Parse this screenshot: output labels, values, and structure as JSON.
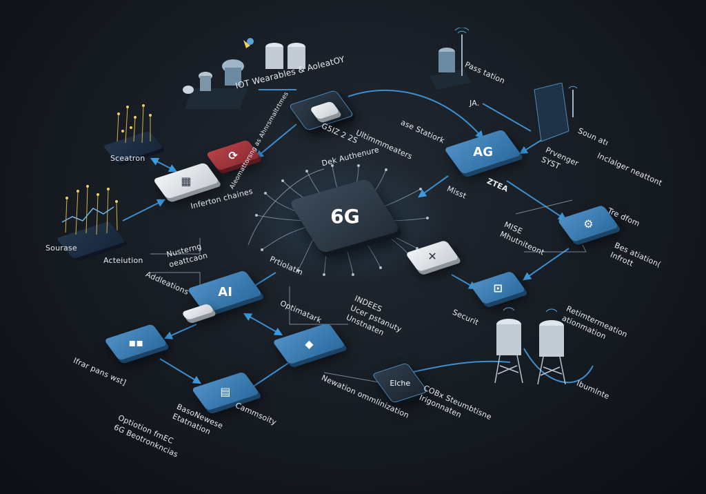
{
  "chip": {
    "label": "6G"
  },
  "tiles": {
    "ag": "AG",
    "ai": "AI",
    "elche": "Elche"
  },
  "labels": {
    "iot_wearables": "IOT Wearables & AoleatOY",
    "gsiz": "G5IZ 2 2S",
    "ultim": "Ultimmmeaters",
    "base_station": "ase Statiork",
    "dek_authenure": "Dek Authenure",
    "sensation": "Sceatron",
    "inferton": "Inferton chaines",
    "alchemic": "Aleomattorsng as Ahnrsmaltrtmes",
    "source": "Sourase",
    "acteiution": "Acteiution",
    "netting": "Nusterng\noeattcaon",
    "addlcitions": "Addleations",
    "prtiolatin": "Prtiolatin",
    "optimatark": "Optimatark",
    "indees": "INDEES\nUcer pstanuty\nUnstnaten",
    "mise": "MISE\nMhutniteont",
    "misst": "Misst",
    "pass_station": "Pass tation",
    "ja": "JA.",
    "soun_al": "Soun atı",
    "prvenger": "Prvenger\nSYST",
    "inclalger": "Inclalger neattont",
    "the_dom": "Tre dfom",
    "bes_station": "Bes atiation(\nInfrott",
    "security": "Securit",
    "retim": "Retimtermeation\nationmation",
    "tbumble": "Ibumlnte",
    "ifar_pens": "Ifrar pans wst]",
    "basoneese": "BasoNewese\nEtatnation",
    "commsolity": "Cammsoity",
    "newtvation": "Newation ommlinization",
    "cobx": "COBx Steumbtisne\nIrigonnaten",
    "options": "Optiotion fmEC\n6G Beotronkncias",
    "zta": "ZTEA"
  }
}
